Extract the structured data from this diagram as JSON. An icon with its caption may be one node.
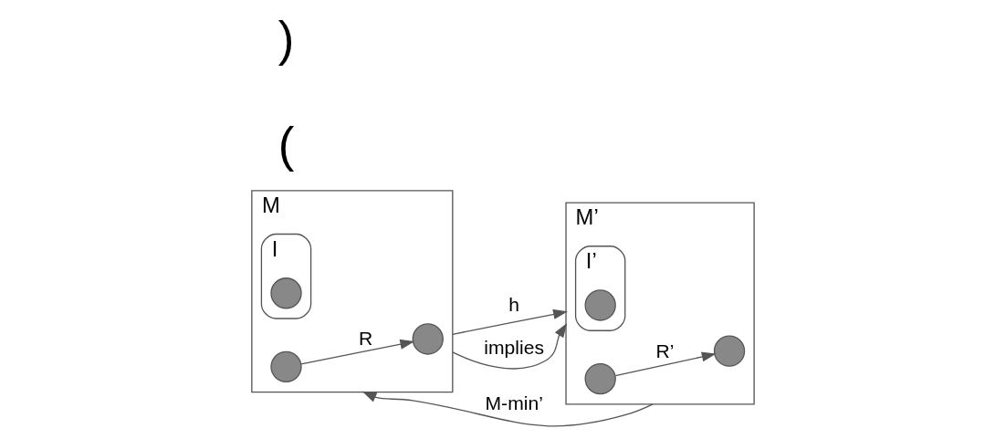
{
  "diagram": {
    "nodes": [
      {
        "text": [
          "M"
        ]
      },
      {
        "text": [
          "I"
        ],
        "in": 0
      },
      {
        "text": [],
        "shape": "circle",
        "in": 1
      },
      {
        "text": [],
        "shape": "circle",
        "in": 0
      },
      {
        "text": [],
        "shape": "circle",
        "in": 0
      },
      {
        "text": [
          "M’"
        ]
      },
      {
        "text": [
          "I’"
        ],
        "in": 5
      },
      {
        "text": [],
        "shape": "circle",
        "in": 6
      },
      {
        "text": [],
        "shape": "circle",
        "in": 5
      },
      {
        "text": [],
        "shape": "circle",
        "in": 5
      }
    ],
    "edges": [
      {
        "from": 0,
        "to": 5,
        "arrow": "to",
        "label": "h"
      },
      {
        "from": 3,
        "to": 4,
        "arrow": "to",
        "label": "R"
      },
      {
        "from": 0,
        "to": 5,
        "arrow": "to",
        "label": "implies"
      },
      {
        "from": 5,
        "to": 0,
        "arrow": "to",
        "label": "M-min’"
      },
      {
        "from": 8,
        "to": 9,
        "arrow": "to",
        "label": "R’"
      }
    ],
    "labels": [
      "(",
      ")"
    ]
  }
}
